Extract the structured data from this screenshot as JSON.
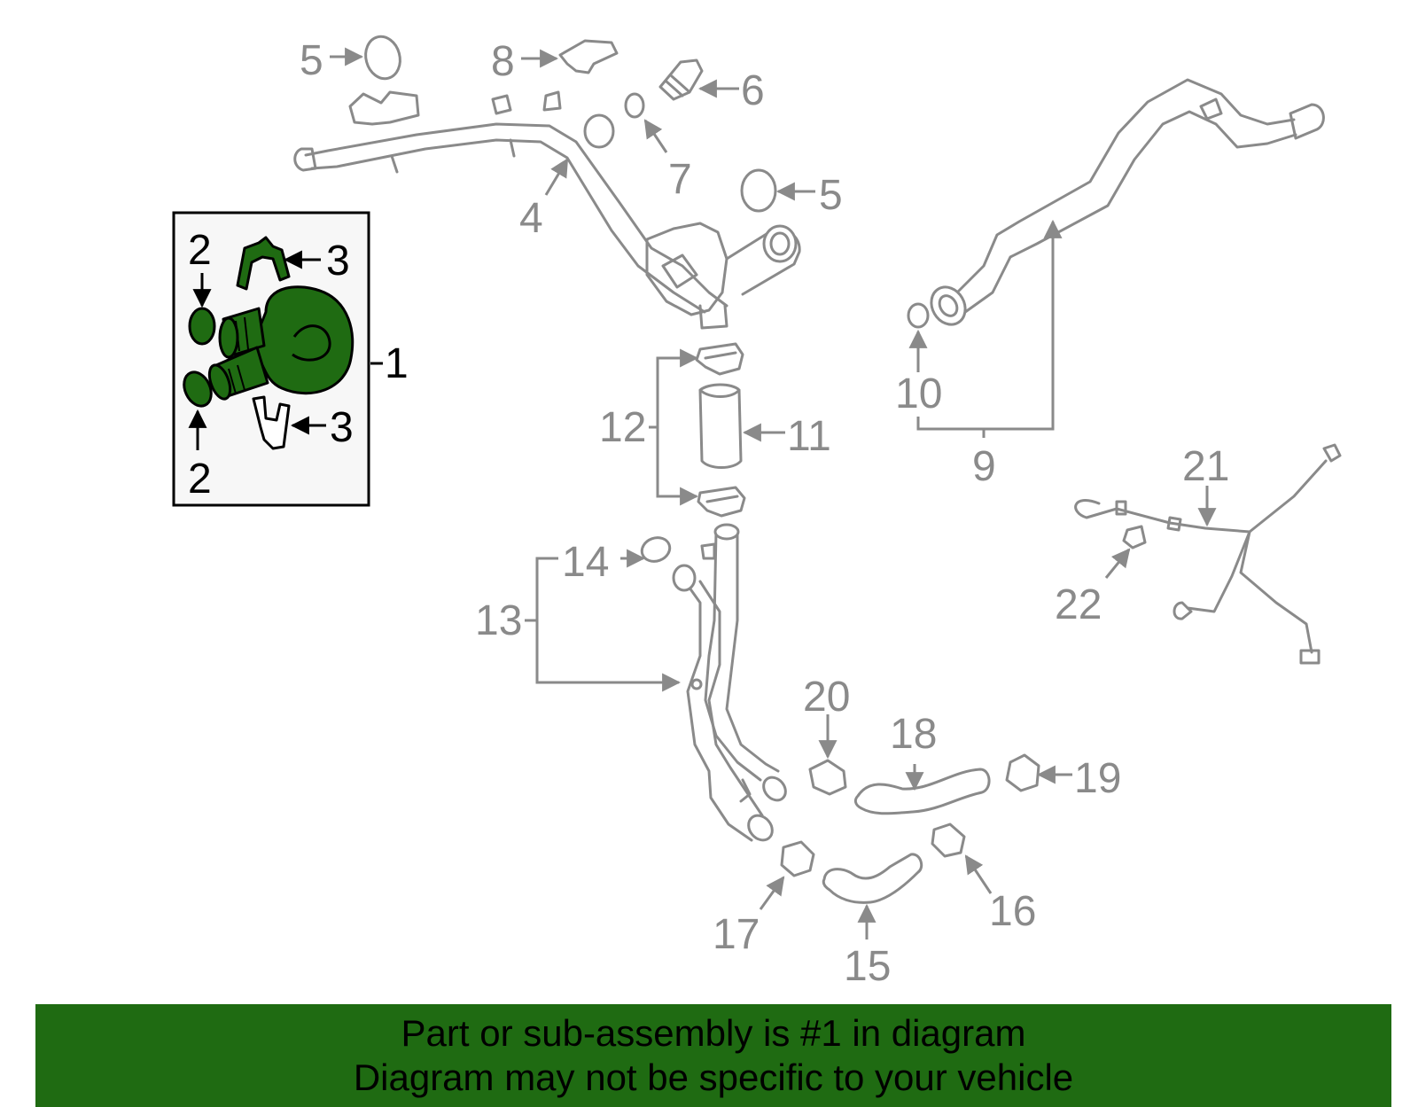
{
  "colors": {
    "highlight": "#1f6b12",
    "part_line": "#8a8a8a",
    "inset_border": "#000000"
  },
  "inset": {
    "callouts": [
      "2",
      "3",
      "1",
      "3",
      "2"
    ]
  },
  "callouts": {
    "c5a": "5",
    "c8": "8",
    "c6": "6",
    "c7": "7",
    "c5b": "5",
    "c4": "4",
    "c12": "12",
    "c11": "11",
    "c10": "10",
    "c9": "9",
    "c21": "21",
    "c22": "22",
    "c14": "14",
    "c13": "13",
    "c20": "20",
    "c18": "18",
    "c19": "19",
    "c16": "16",
    "c17": "17",
    "c15": "15"
  },
  "banner": {
    "line1": "Part or sub-assembly is #1 in diagram",
    "line2": "Diagram may not be specific to your vehicle"
  }
}
